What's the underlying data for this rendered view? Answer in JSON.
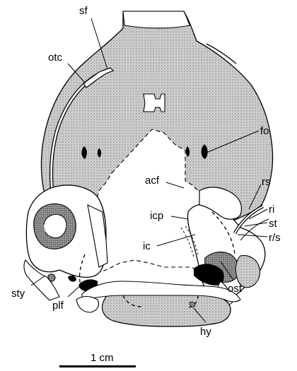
{
  "labels": {
    "sf": "sf",
    "otc": "otc",
    "fo": "fo",
    "rs": "rs",
    "acf": "acf",
    "ri": "ri",
    "icp": "icp",
    "st": "st",
    "rs_slash": "r/s",
    "ic": "ic",
    "sty": "sty",
    "ost": "ost",
    "plf": "plf",
    "hy": "hy"
  },
  "scale_bar": {
    "label": "1 cm"
  },
  "colors": {
    "ink": "#000000",
    "stipple": "#c9c9c9",
    "paper": "#ffffff"
  }
}
